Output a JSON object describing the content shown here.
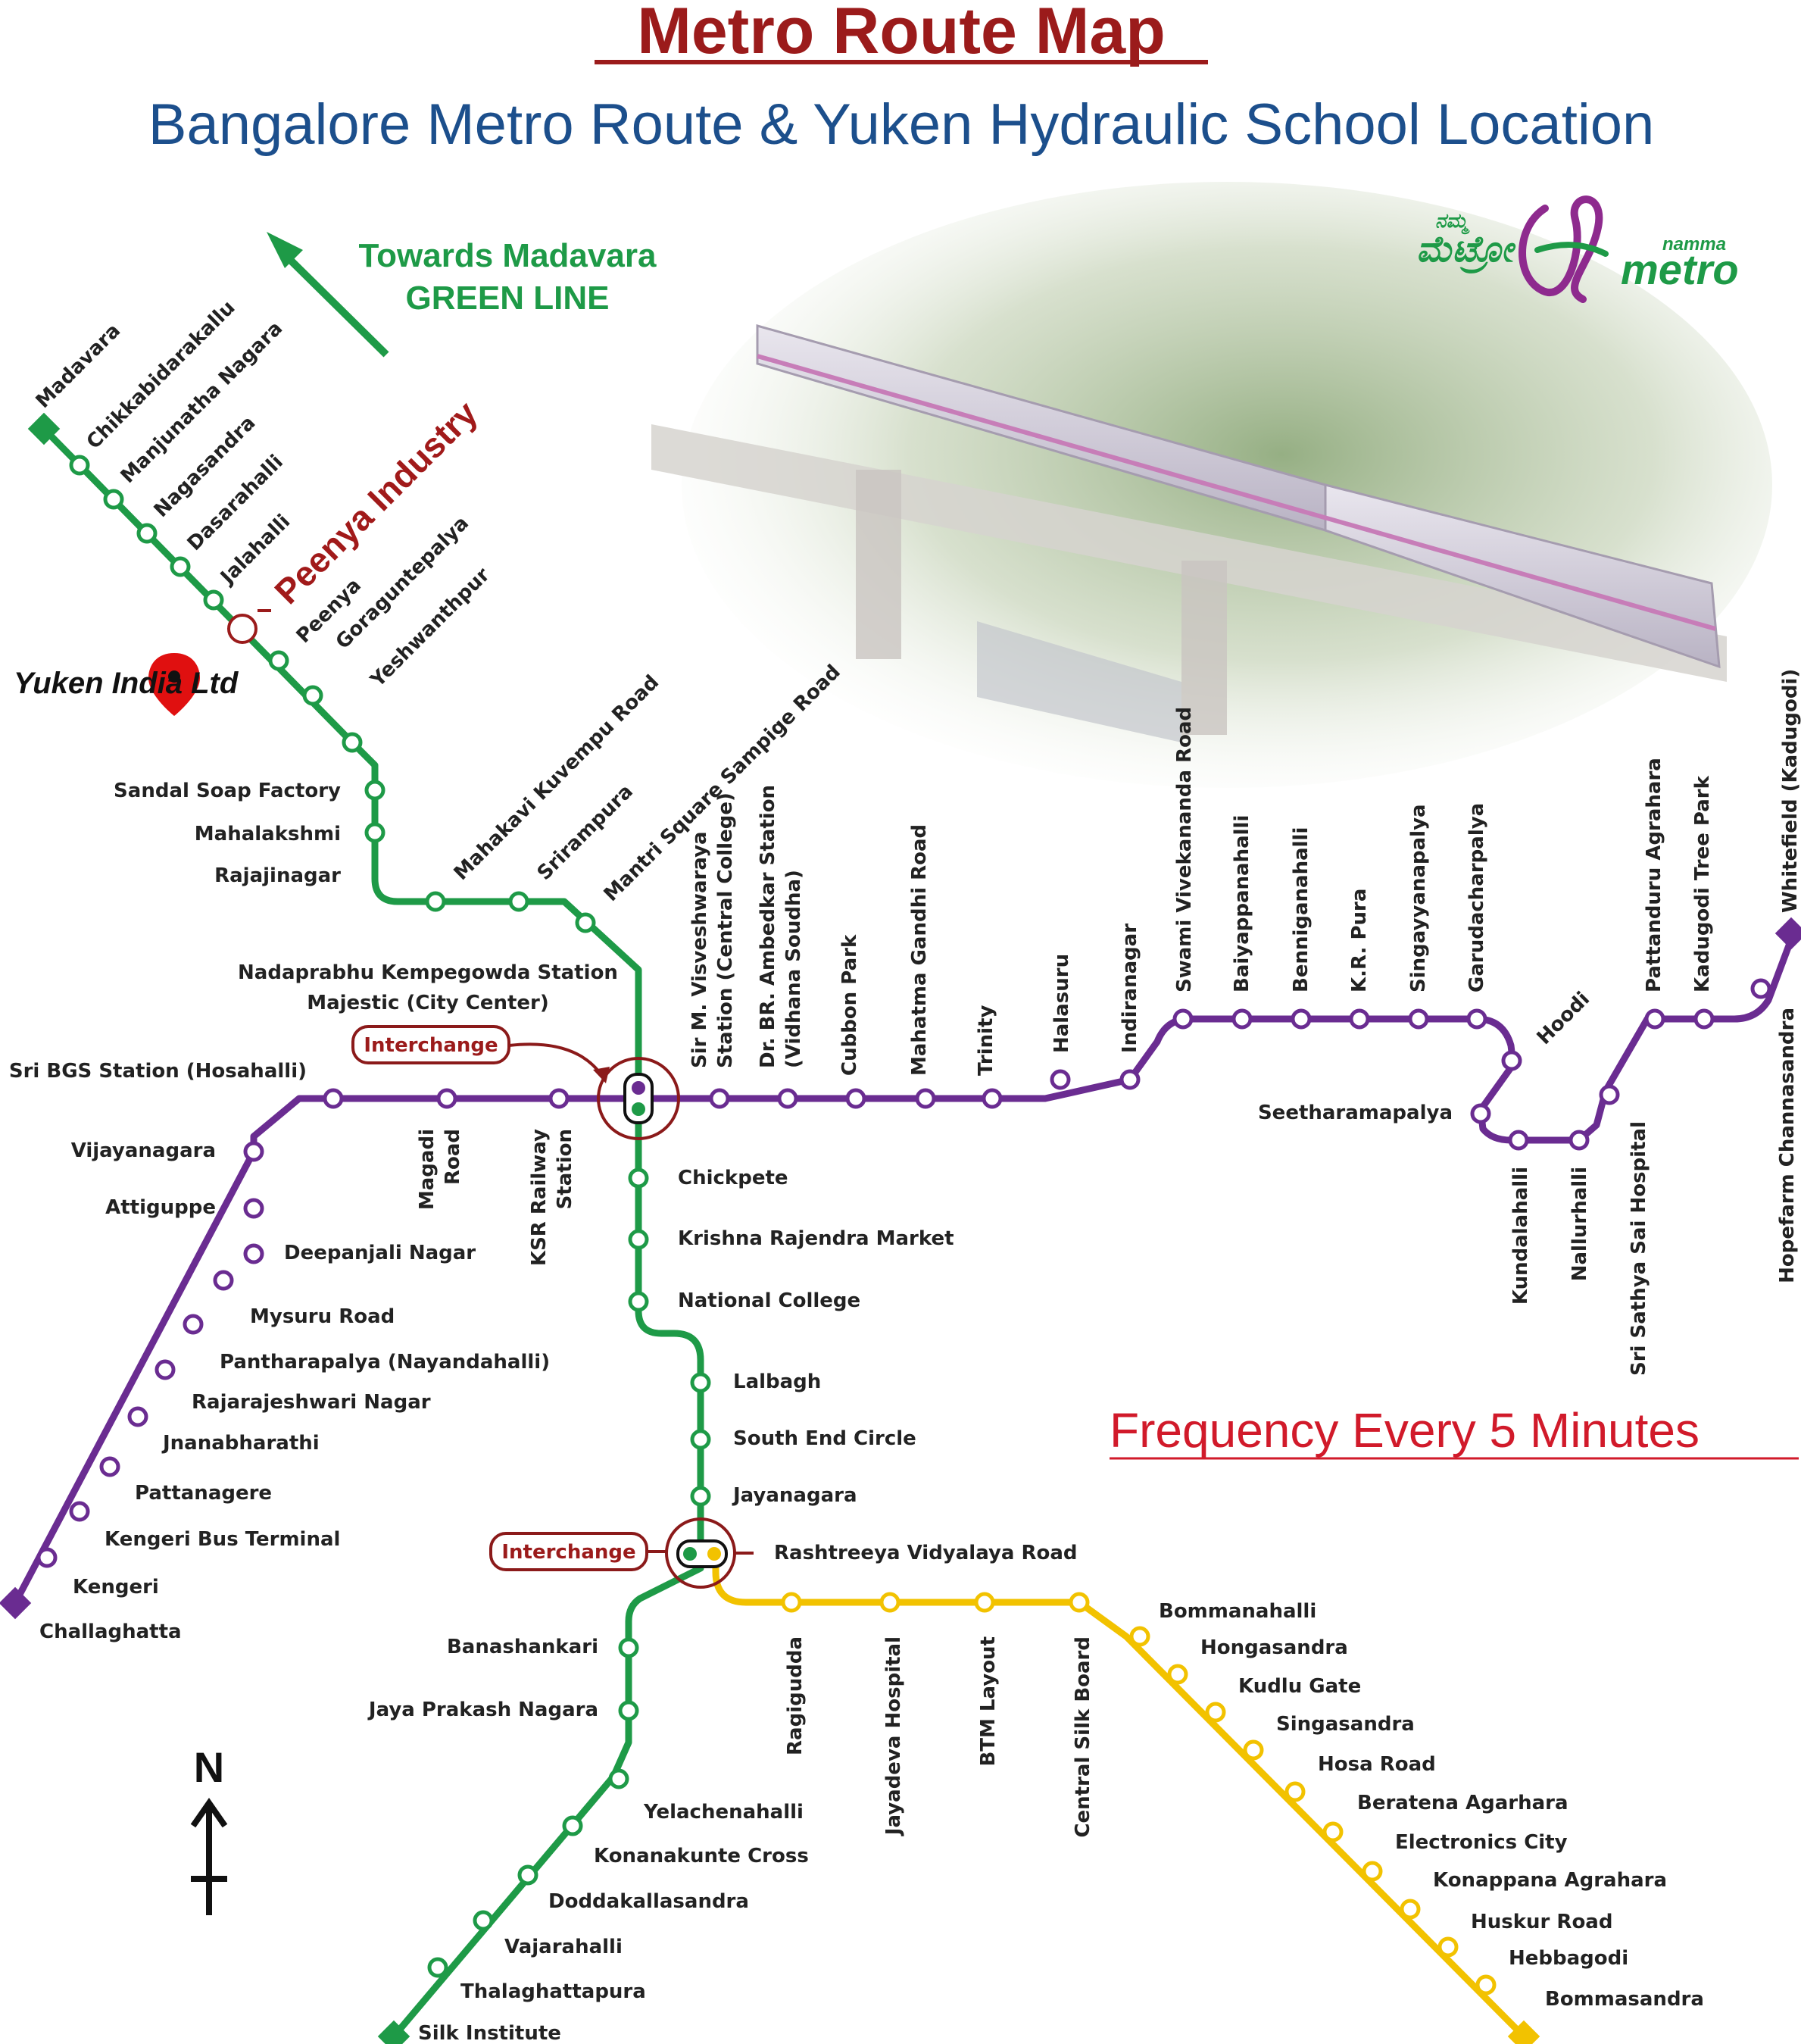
{
  "header": {
    "title": "Metro Route Map",
    "subtitle": "Bangalore Metro Route & Yuken Hydraulic School Location"
  },
  "notes": {
    "towards_line1": "Towards Madavara",
    "towards_line2": "GREEN LINE",
    "frequency": "Frequency Every 5 Minutes",
    "peenya": "Peenya Industry",
    "yuken": "Yuken India Ltd",
    "interchange": "Interchange",
    "kempegowda_line1": "Nadaprabhu Kempegowda Station",
    "kempegowda_line2": "Majestic (City Center)",
    "north": "N"
  },
  "logo": {
    "kannada_small": "ನಮ್ಮ",
    "kannada": "ಮೆಟ್ರೋ",
    "namma": "namma",
    "metro": "metro"
  },
  "colors": {
    "green": "#1e9a47",
    "purple": "#6a2c91",
    "yellow": "#f2c200",
    "accent": "#9b1b1b"
  },
  "lines": {
    "green": {
      "stations": [
        "Madavara",
        "Chikkabidarakallu",
        "Manjunatha Nagara",
        "Nagasandra",
        "Dasarahalli",
        "Jalahalli",
        "Peenya",
        "Goraguntepalya",
        "Yeshwanthpur",
        "Sandal Soap Factory",
        "Mahalakshmi",
        "Rajajinagar",
        "Mahakavi Kuvempu Road",
        "Srirampura",
        "Mantri Square Sampige Road",
        "Chickpete",
        "Krishna Rajendra Market",
        "National College",
        "Lalbagh",
        "South End Circle",
        "Jayanagara",
        "Rashtreeya Vidyalaya Road",
        "Banashankari",
        "Jaya Prakash Nagara",
        "Yelachenahalli",
        "Konanakunte Cross",
        "Doddakallasandra",
        "Vajarahalli",
        "Thalaghattapura",
        "Silk Institute"
      ]
    },
    "purple": {
      "stations": [
        "Challaghatta",
        "Kengeri",
        "Kengeri Bus Terminal",
        "Pattanagere",
        "Jnanabharathi",
        "Rajarajeshwari Nagar",
        "Pantharapalya (Nayandahalli)",
        "Mysuru Road",
        "Deepanjali Nagar",
        "Attiguppe",
        "Vijayanagara",
        "Sri BGS Station (Hosahalli)",
        "Magadi Road",
        "KSR Railway Station",
        "Sir M. Visveshwaraya Station (Central College)",
        "Dr. BR. Ambedkar Station (Vidhana Soudha)",
        "Cubbon Park",
        "Mahatma Gandhi Road",
        "Trinity",
        "Halasuru",
        "Indiranagar",
        "Swami Vivekananda Road",
        "Baiyappanahalli",
        "Benniganahalli",
        "K.R. Pura",
        "Singayyanapalya",
        "Garudacharpalya",
        "Hoodi",
        "Seetharamapalya",
        "Kundalahalli",
        "Nallurhalli",
        "Sri Sathya Sai Hospital",
        "Pattanduru Agrahara",
        "Kadugodi Tree Park",
        "Hopefarm Channasandra",
        "Whitefield (Kadugodi)"
      ]
    },
    "yellow": {
      "stations": [
        "Ragigudda",
        "Jayadeva Hospital",
        "BTM Layout",
        "Central Silk Board",
        "Bommanahalli",
        "Hongasandra",
        "Kudlu Gate",
        "Singasandra",
        "Hosa Road",
        "Beratena Agarhara",
        "Electronics City",
        "Konappana Agrahara",
        "Huskur Road",
        "Hebbagodi",
        "Bommasandra"
      ]
    }
  },
  "two_line_labels": {
    "magadi_1": "Magadi",
    "magadi_2": "Road",
    "ksr_1": "KSR Railway",
    "ksr_2": "Station",
    "visves_1": "Sir M. Visveshwaraya",
    "visves_2": "Station (Central College)",
    "ambed_1": "Dr. BR. Ambedkar Station",
    "ambed_2": "(Vidhana Soudha)"
  }
}
